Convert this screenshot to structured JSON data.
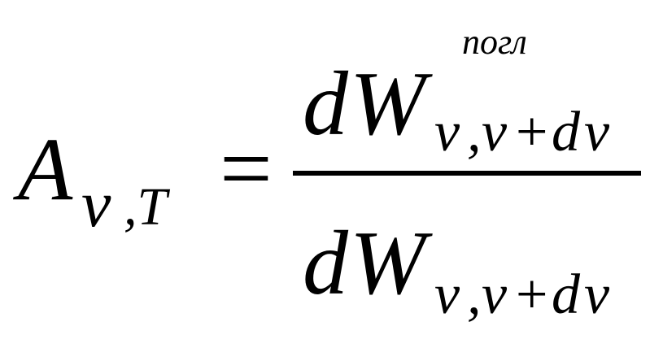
{
  "formula": {
    "lhs": {
      "symbol": "A",
      "subscript_nu": "ν",
      "subscript_rest": ",T"
    },
    "equals": "=",
    "numerator": {
      "d": "d",
      "W": "W",
      "superscript": "погл",
      "subscript_nu1": "ν",
      "subscript_comma": ",",
      "subscript_nu2": "ν",
      "subscript_plus": "+",
      "subscript_d": "d",
      "subscript_nu3": "ν"
    },
    "denominator": {
      "d": "d",
      "W": "W",
      "subscript_nu1": "ν",
      "subscript_comma": ",",
      "subscript_nu2": "ν",
      "subscript_plus": "+",
      "subscript_d": "d",
      "subscript_nu3": "ν"
    },
    "color": "#000000",
    "background": "#ffffff"
  }
}
